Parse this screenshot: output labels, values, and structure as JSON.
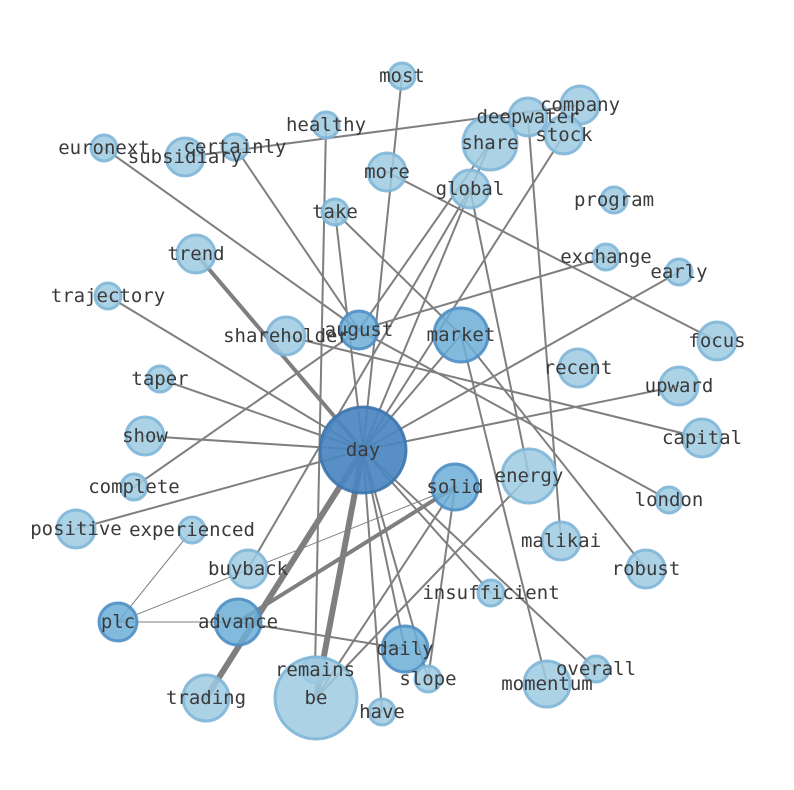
{
  "colors": {
    "node_light": "#9ecae1",
    "node_mid": "#6baed6",
    "node_dark": "#4a86c0",
    "edge": "#7f7f7f",
    "label": "#3a3a3a"
  },
  "nodes": [
    {
      "id": "most",
      "label": "most",
      "weight": 1,
      "tone": "light"
    },
    {
      "id": "company",
      "label": "company",
      "weight": 2,
      "tone": "light"
    },
    {
      "id": "deepwater",
      "label": "deepwater",
      "weight": 2,
      "tone": "light"
    },
    {
      "id": "healthy",
      "label": "healthy",
      "weight": 1,
      "tone": "light"
    },
    {
      "id": "stock",
      "label": "stock",
      "weight": 2,
      "tone": "light"
    },
    {
      "id": "share",
      "label": "share",
      "weight": 4,
      "tone": "light"
    },
    {
      "id": "euronext",
      "label": "euronext",
      "weight": 1,
      "tone": "light"
    },
    {
      "id": "certainly",
      "label": "certainly",
      "weight": 1,
      "tone": "light"
    },
    {
      "id": "subsidiary",
      "label": "subsidiary",
      "weight": 2,
      "tone": "light"
    },
    {
      "id": "more",
      "label": "more",
      "weight": 2,
      "tone": "light"
    },
    {
      "id": "global",
      "label": "global",
      "weight": 2,
      "tone": "light"
    },
    {
      "id": "take",
      "label": "take",
      "weight": 1,
      "tone": "light"
    },
    {
      "id": "program",
      "label": "program",
      "weight": 1,
      "tone": "light"
    },
    {
      "id": "trend",
      "label": "trend",
      "weight": 2,
      "tone": "light"
    },
    {
      "id": "exchange",
      "label": "exchange",
      "weight": 1,
      "tone": "light"
    },
    {
      "id": "early",
      "label": "early",
      "weight": 1,
      "tone": "light"
    },
    {
      "id": "trajectory",
      "label": "trajectory",
      "weight": 1,
      "tone": "light"
    },
    {
      "id": "august",
      "label": "august",
      "weight": 2,
      "tone": "mid"
    },
    {
      "id": "shareholder",
      "label": "shareholder",
      "weight": 2,
      "tone": "light"
    },
    {
      "id": "market",
      "label": "market",
      "weight": 4,
      "tone": "mid"
    },
    {
      "id": "focus",
      "label": "focus",
      "weight": 2,
      "tone": "light"
    },
    {
      "id": "recent",
      "label": "recent",
      "weight": 2,
      "tone": "light"
    },
    {
      "id": "upward",
      "label": "upward",
      "weight": 2,
      "tone": "light"
    },
    {
      "id": "taper",
      "label": "taper",
      "weight": 1,
      "tone": "light"
    },
    {
      "id": "show",
      "label": "show",
      "weight": 2,
      "tone": "light"
    },
    {
      "id": "capital",
      "label": "capital",
      "weight": 2,
      "tone": "light"
    },
    {
      "id": "day",
      "label": "day",
      "weight": 12,
      "tone": "dark"
    },
    {
      "id": "energy",
      "label": "energy",
      "weight": 4,
      "tone": "light"
    },
    {
      "id": "solid",
      "label": "solid",
      "weight": 3,
      "tone": "mid"
    },
    {
      "id": "complete",
      "label": "complete",
      "weight": 1,
      "tone": "light"
    },
    {
      "id": "london",
      "label": "london",
      "weight": 1,
      "tone": "light"
    },
    {
      "id": "positive",
      "label": "positive",
      "weight": 2,
      "tone": "light"
    },
    {
      "id": "experienced",
      "label": "experienced",
      "weight": 1,
      "tone": "light"
    },
    {
      "id": "malikai",
      "label": "malikai",
      "weight": 2,
      "tone": "light"
    },
    {
      "id": "buyback",
      "label": "buyback",
      "weight": 2,
      "tone": "light"
    },
    {
      "id": "robust",
      "label": "robust",
      "weight": 2,
      "tone": "light"
    },
    {
      "id": "insufficient",
      "label": "insufficient",
      "weight": 1,
      "tone": "light"
    },
    {
      "id": "plc",
      "label": "plc",
      "weight": 2,
      "tone": "mid"
    },
    {
      "id": "advance",
      "label": "advance",
      "weight": 3,
      "tone": "mid"
    },
    {
      "id": "daily",
      "label": "daily",
      "weight": 3,
      "tone": "mid"
    },
    {
      "id": "remains",
      "label": "remains",
      "weight": 1,
      "tone": "light"
    },
    {
      "id": "overall",
      "label": "overall",
      "weight": 1,
      "tone": "light"
    },
    {
      "id": "slope",
      "label": "slope",
      "weight": 1,
      "tone": "light"
    },
    {
      "id": "momentum",
      "label": "momentum",
      "weight": 3,
      "tone": "light"
    },
    {
      "id": "be",
      "label": "be",
      "weight": 10,
      "tone": "light"
    },
    {
      "id": "trading",
      "label": "trading",
      "weight": 3,
      "tone": "light"
    },
    {
      "id": "have",
      "label": "have",
      "weight": 1,
      "tone": "light"
    }
  ],
  "edges": [
    {
      "source": "day",
      "target": "most",
      "weight": 1
    },
    {
      "source": "day",
      "target": "share",
      "weight": 1
    },
    {
      "source": "day",
      "target": "stock",
      "weight": 1
    },
    {
      "source": "day",
      "target": "market",
      "weight": 1
    },
    {
      "source": "day",
      "target": "take",
      "weight": 1
    },
    {
      "source": "day",
      "target": "trend",
      "weight": 2
    },
    {
      "source": "day",
      "target": "trajectory",
      "weight": 1
    },
    {
      "source": "day",
      "target": "taper",
      "weight": 1
    },
    {
      "source": "day",
      "target": "show",
      "weight": 1
    },
    {
      "source": "day",
      "target": "positive",
      "weight": 1
    },
    {
      "source": "day",
      "target": "early",
      "weight": 1
    },
    {
      "source": "day",
      "target": "upward",
      "weight": 1
    },
    {
      "source": "day",
      "target": "be",
      "weight": 3
    },
    {
      "source": "day",
      "target": "trading",
      "weight": 3
    },
    {
      "source": "day",
      "target": "have",
      "weight": 1
    },
    {
      "source": "day",
      "target": "slope",
      "weight": 1
    },
    {
      "source": "day",
      "target": "daily",
      "weight": 1
    },
    {
      "source": "day",
      "target": "overall",
      "weight": 1
    },
    {
      "source": "day",
      "target": "insufficient",
      "weight": 1
    },
    {
      "source": "august",
      "target": "euronext",
      "weight": 1
    },
    {
      "source": "august",
      "target": "certainly",
      "weight": 1
    },
    {
      "source": "august",
      "target": "exchange",
      "weight": 1
    },
    {
      "source": "august",
      "target": "share",
      "weight": 1
    },
    {
      "source": "august",
      "target": "london",
      "weight": 1
    },
    {
      "source": "august",
      "target": "complete",
      "weight": 1
    },
    {
      "source": "healthy",
      "target": "remains",
      "weight": 1
    },
    {
      "source": "company",
      "target": "subsidiary",
      "weight": 1
    },
    {
      "source": "deepwater",
      "target": "malikai",
      "weight": 1
    },
    {
      "source": "more",
      "target": "focus",
      "weight": 1
    },
    {
      "source": "global",
      "target": "energy",
      "weight": 1
    },
    {
      "source": "global",
      "target": "buyback",
      "weight": 1
    },
    {
      "source": "shareholder",
      "target": "capital",
      "weight": 1
    },
    {
      "source": "take",
      "target": "market",
      "weight": 1
    },
    {
      "source": "market",
      "target": "robust",
      "weight": 1
    },
    {
      "source": "market",
      "target": "momentum",
      "weight": 1
    },
    {
      "source": "solid",
      "target": "advance",
      "weight": 2
    },
    {
      "source": "solid",
      "target": "plc",
      "weight": 0.5
    },
    {
      "source": "solid",
      "target": "be",
      "weight": 1
    },
    {
      "source": "solid",
      "target": "slope",
      "weight": 1
    },
    {
      "source": "energy",
      "target": "be",
      "weight": 1
    },
    {
      "source": "advance",
      "target": "daily",
      "weight": 1
    },
    {
      "source": "plc",
      "target": "advance",
      "weight": 0.5
    },
    {
      "source": "plc",
      "target": "experienced",
      "weight": 0.5
    }
  ]
}
